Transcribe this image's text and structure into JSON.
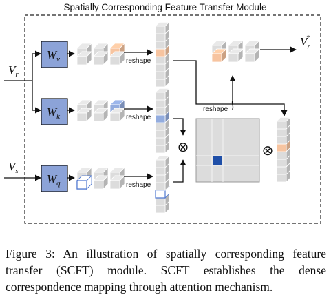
{
  "module_title": "Spatially Corresponding Feature Transfer Module",
  "inputs": {
    "vr": {
      "base": "V",
      "sub": "r"
    },
    "vs": {
      "base": "V",
      "sub": "s"
    }
  },
  "output": {
    "base": "V",
    "sub": "r",
    "sup": "*"
  },
  "weights": [
    {
      "base": "W",
      "sub": "v"
    },
    {
      "base": "W",
      "sub": "k"
    },
    {
      "base": "W",
      "sub": "q"
    }
  ],
  "reshape_label": "reshape",
  "matmul_symbol": "⊗",
  "caption": "Figure 3: An illustration of spatially corresponding feature transfer (SCFT) module. SCFT establishes the dense correspondence mapping through attention mechanism.",
  "colors": {
    "weight_box": "#8ca3d8",
    "cube_gray": "#dcdcdc",
    "highlight_orange": "#f7c4a0",
    "highlight_blue": "#93acde",
    "query_outline": "#4f78d0",
    "attention_cell": "#1f4fa8"
  }
}
